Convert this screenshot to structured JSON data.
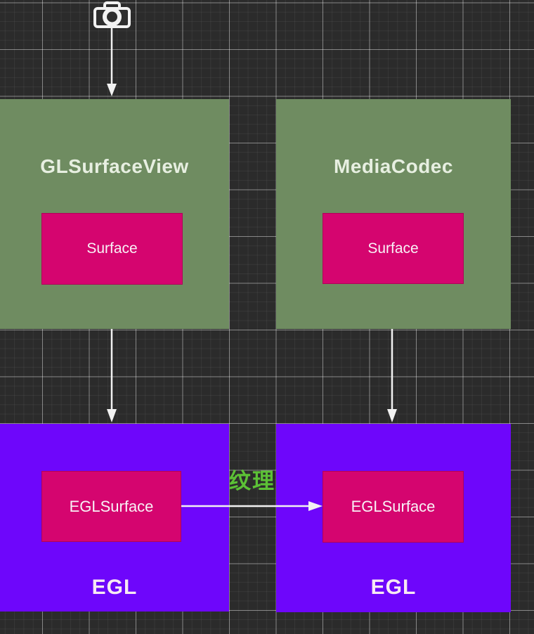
{
  "labels": {
    "texture": "纹理"
  },
  "boxes": {
    "glsurfaceview": {
      "title": "GLSurfaceView",
      "surface": "Surface"
    },
    "mediacodec": {
      "title": "MediaCodec",
      "surface": "Surface"
    },
    "egl_left": {
      "title": "EGL",
      "surface": "EGLSurface"
    },
    "egl_right": {
      "title": "EGL",
      "surface": "EGLSurface"
    }
  },
  "icons": {
    "camera": "camera-icon"
  },
  "colors": {
    "background": "#2b2b2b",
    "grid_major": "#9a9a9a",
    "grid_minor": "#3a3a3a",
    "container_green": "#6F8C61",
    "container_purple": "#6E06FB",
    "surface_magenta": "#D5056F",
    "arrow_white": "#F2F2F2",
    "texture_label_green": "#5CC136",
    "heading_text": "#E7EFE1",
    "egl_text": "#F7E9F3"
  }
}
